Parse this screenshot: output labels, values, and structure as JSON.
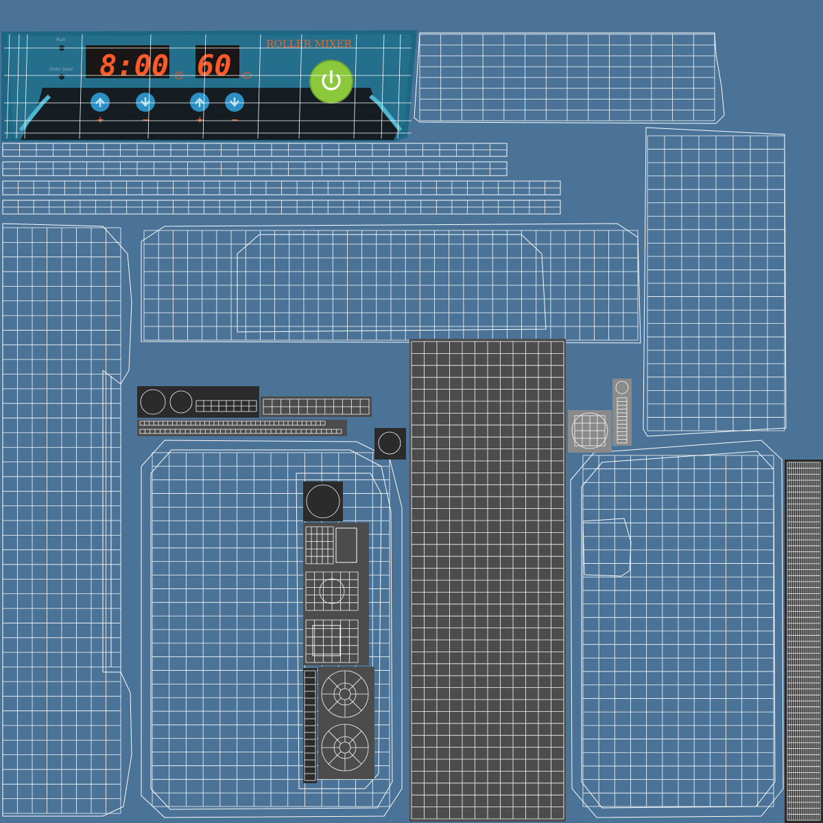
{
  "panel": {
    "brand": "ROLLER MIXER",
    "labels": {
      "run": "Run",
      "overload": "Over load"
    },
    "time_display": "8:00",
    "speed_display": "60",
    "button_signs": [
      "+",
      "−",
      "+",
      "−"
    ],
    "icons": [
      "clock-icon",
      "rotation-icon",
      "power-icon",
      "arrow-up-icon",
      "arrow-down-icon"
    ]
  },
  "colors": {
    "background": "#4a7397",
    "wire": "#ffffff",
    "panel_blue": "#1d6684",
    "panel_dark": "#151c22",
    "display_red": "#ff5a2a",
    "power_green": "#8cc83c",
    "button_blue": "#2e8fc2",
    "patch_gray": "#4c4c4c"
  }
}
